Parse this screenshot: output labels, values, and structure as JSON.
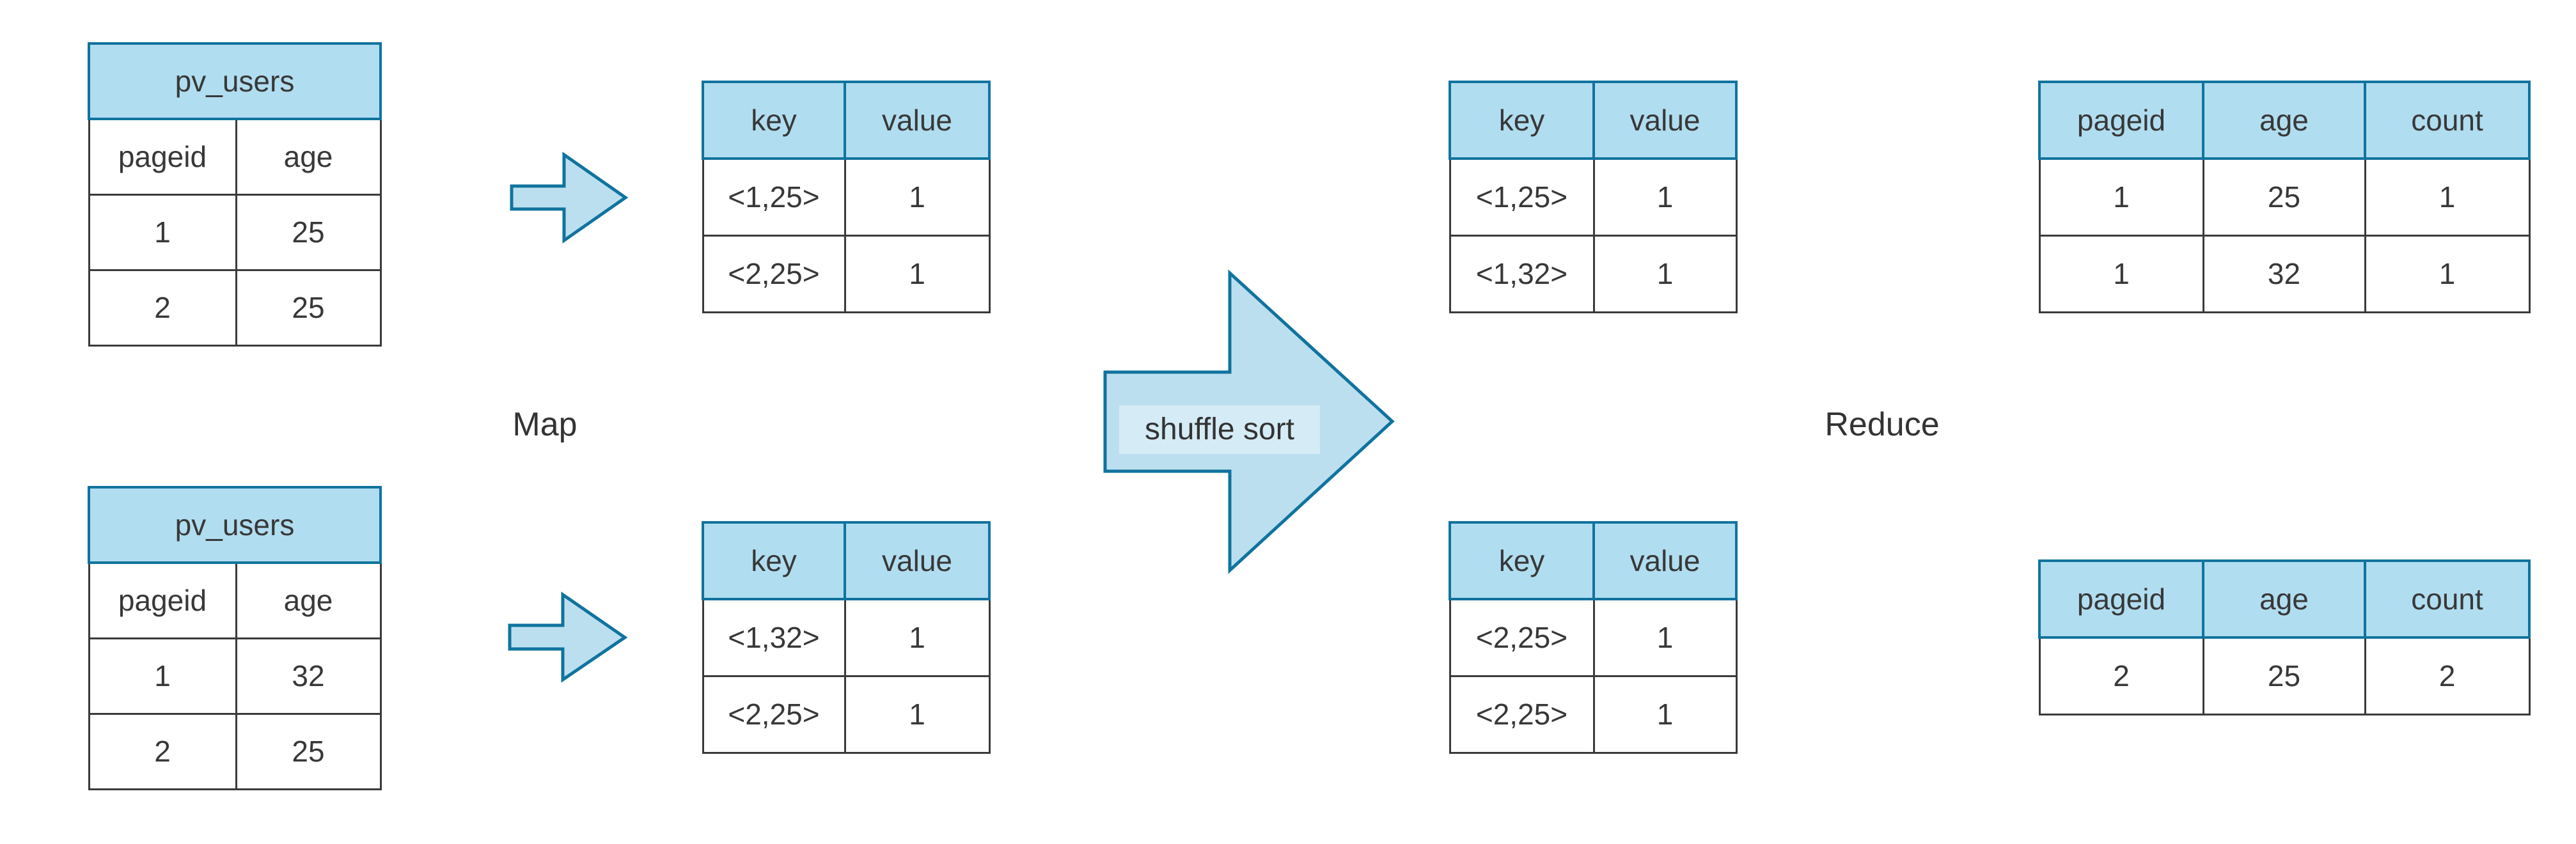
{
  "diagram": {
    "labels": {
      "map": "Map",
      "shuffle": "shuffle sort",
      "reduce": "Reduce"
    },
    "colors": {
      "table_header_fill": "#b1ddf0",
      "table_header_stroke": "#10739e",
      "cell_border": "#3a3a3a",
      "arrow_fill": "#bcdfef",
      "arrow_stroke": "#10739e",
      "text": "#383838",
      "background": "#ffffff"
    },
    "source_tables": [
      {
        "title": "pv_users",
        "columns": [
          "pageid",
          "age"
        ],
        "rows": [
          [
            "1",
            "25"
          ],
          [
            "2",
            "25"
          ]
        ]
      },
      {
        "title": "pv_users",
        "columns": [
          "pageid",
          "age"
        ],
        "rows": [
          [
            "1",
            "32"
          ],
          [
            "2",
            "25"
          ]
        ]
      }
    ],
    "map_output_tables": [
      {
        "columns": [
          "key",
          "value"
        ],
        "rows": [
          [
            "<1,25>",
            "1"
          ],
          [
            "<2,25>",
            "1"
          ]
        ]
      },
      {
        "columns": [
          "key",
          "value"
        ],
        "rows": [
          [
            "<1,32>",
            "1"
          ],
          [
            "<2,25>",
            "1"
          ]
        ]
      }
    ],
    "shuffle_output_tables": [
      {
        "columns": [
          "key",
          "value"
        ],
        "rows": [
          [
            "<1,25>",
            "1"
          ],
          [
            "<1,32>",
            "1"
          ]
        ]
      },
      {
        "columns": [
          "key",
          "value"
        ],
        "rows": [
          [
            "<2,25>",
            "1"
          ],
          [
            "<2,25>",
            "1"
          ]
        ]
      }
    ],
    "reduce_output_tables": [
      {
        "columns": [
          "pageid",
          "age",
          "count"
        ],
        "rows": [
          [
            "1",
            "25",
            "1"
          ],
          [
            "1",
            "32",
            "1"
          ]
        ]
      },
      {
        "columns": [
          "pageid",
          "age",
          "count"
        ],
        "rows": [
          [
            "2",
            "25",
            "2"
          ]
        ]
      }
    ]
  }
}
